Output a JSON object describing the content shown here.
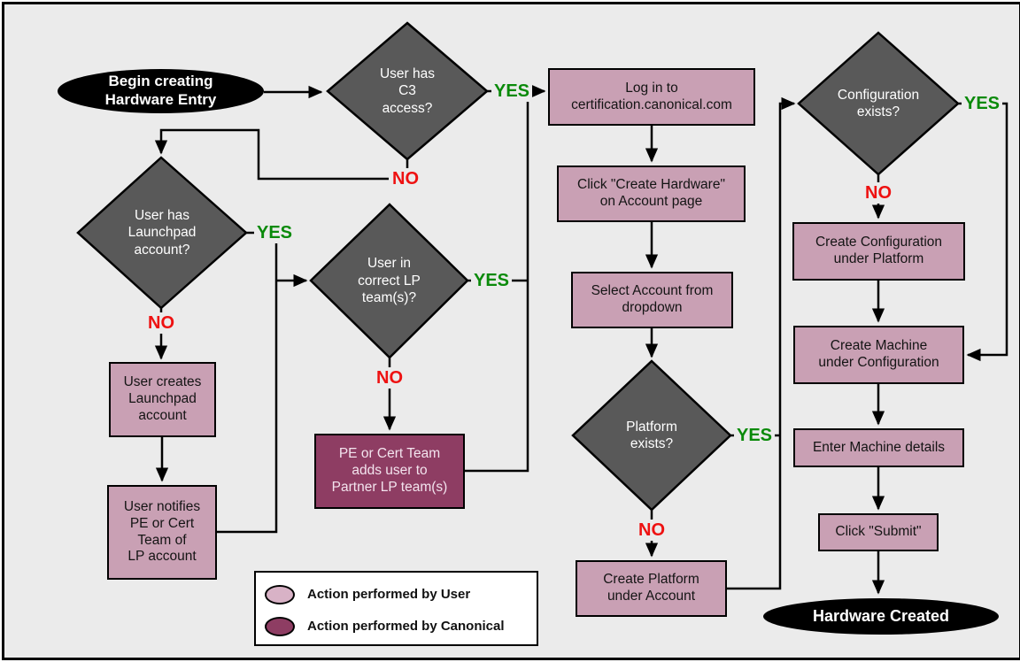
{
  "labels": {
    "yes": "YES",
    "no": "NO"
  },
  "nodes": {
    "start": "Begin creating\nHardware Entry",
    "decision_c3": "User has\nC3\naccess?",
    "decision_launchpad": "User has\nLaunchpad\naccount?",
    "decision_lp_team": "User in\ncorrect LP\nteam(s)?",
    "decision_platform": "Platform\nexists?",
    "decision_configuration": "Configuration\nexists?",
    "login": "Log in to\ncertification.canonical.com",
    "click_create_hardware": "Click \"Create Hardware\"\non Account page",
    "select_account": "Select Account from\ndropdown",
    "create_platform": "Create Platform\nunder Account",
    "create_configuration": "Create Configuration\nunder Platform",
    "create_machine": "Create Machine\nunder Configuration",
    "enter_machine_details": "Enter Machine details",
    "click_submit": "Click \"Submit\"",
    "user_creates_lp": "User creates\nLaunchpad\naccount",
    "user_notifies": "User notifies\nPE or Cert\nTeam of\nLP account",
    "pe_adds_user": "PE or Cert Team\nadds user to\nPartner LP team(s)",
    "end": "Hardware Created"
  },
  "legend": {
    "user": "Action performed by User",
    "canonical": "Action performed by Canonical"
  },
  "colors": {
    "background": "#ebebeb",
    "decision_fill": "#595959",
    "user_action_fill": "#c9a0b4",
    "canonical_action_fill": "#8e3d63",
    "terminal_fill": "#000000",
    "yes_label": "#0a8a0a",
    "no_label": "#ee1111"
  }
}
